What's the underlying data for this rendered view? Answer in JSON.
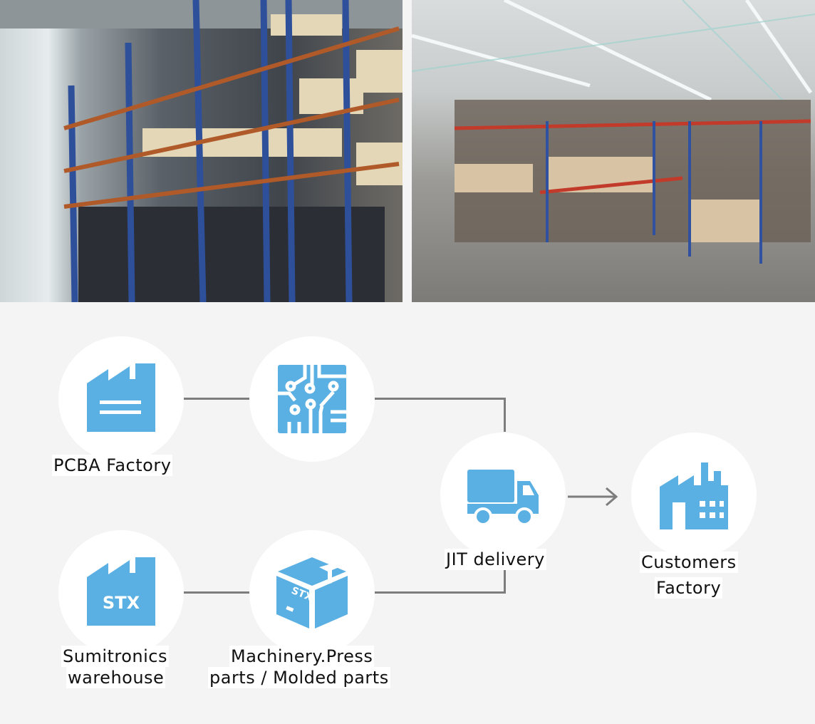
{
  "colors": {
    "icon": "#5aafe3",
    "line": "#7d7d7d",
    "background": "#f4f4f4"
  },
  "photos": [
    {
      "name": "warehouse-racks-photo"
    },
    {
      "name": "warehouse-interior-photo"
    }
  ],
  "nodes": {
    "pcba": {
      "label": "PCBA Factory",
      "icon": "factory-icon"
    },
    "circuit": {
      "icon": "circuit-board-icon"
    },
    "jit": {
      "label": "JIT delivery",
      "icon": "truck-icon"
    },
    "customers": {
      "label1": "Customers",
      "label2": "Factory",
      "icon": "factory-building-icon"
    },
    "warehouse": {
      "label1": "Sumitronics",
      "label2": "warehouse",
      "icon": "factory-icon",
      "icon_text": "STX"
    },
    "parts": {
      "label1": "Machinery.Press",
      "label2": "parts / Molded parts",
      "icon": "box-icon",
      "icon_text": "STX"
    }
  }
}
